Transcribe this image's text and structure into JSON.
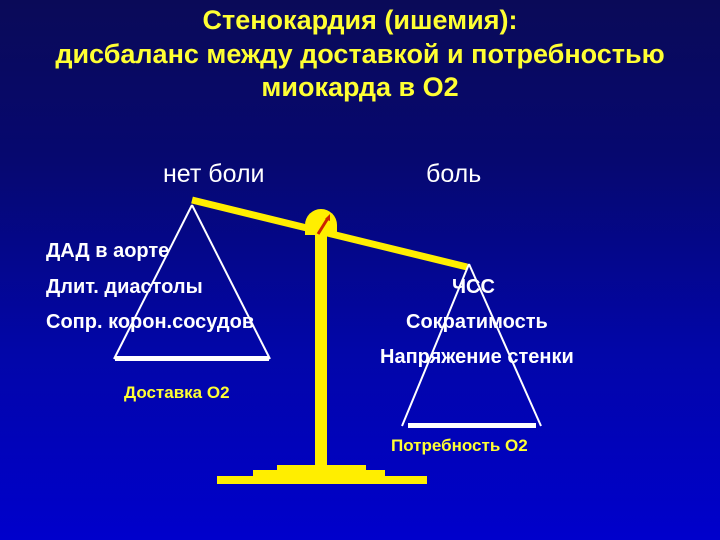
{
  "title": {
    "line1": "Стенокардия (ишемия):",
    "line2": "дисбаланс между доставкой и потребностью",
    "line3": "миокарда в О2"
  },
  "left_pan": {
    "state_label": "нет боли",
    "factors": [
      "ДАД в аорте",
      "Длит. диастолы",
      "Сопр. корон.сосудов"
    ],
    "caption": "Доставка О2"
  },
  "right_pan": {
    "state_label": "боль",
    "factors": [
      "ЧСС",
      "Сократимость",
      "Напряжение стенки"
    ],
    "caption": "Потребность О2"
  },
  "colors": {
    "text_title": "#ffff33",
    "scale": "#ffee00",
    "pointer": "#cc2200",
    "pan_lines": "#ffffff",
    "bg_top": "#0a0a58",
    "bg_bottom": "#0000cc"
  },
  "icons": {
    "scale": "balance-scale-icon",
    "pointer": "pointer-arrow-icon"
  }
}
